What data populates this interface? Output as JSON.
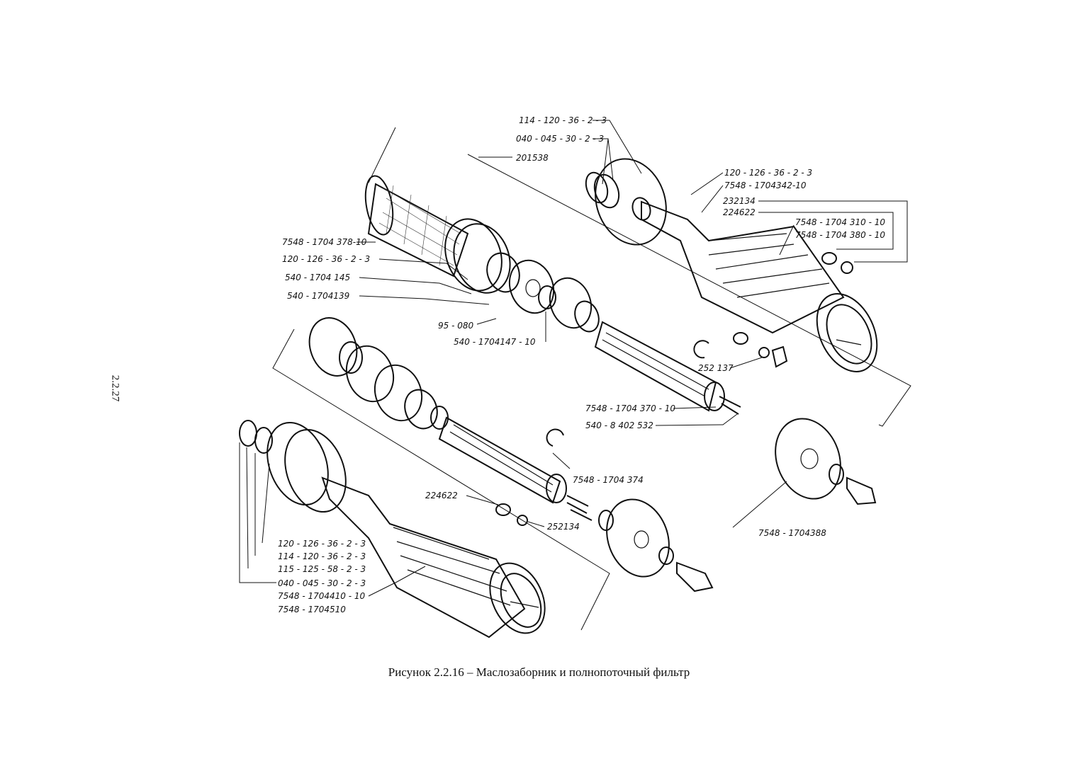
{
  "page_number": "2.2.27",
  "caption": "Рисунок 2.2.16 – Маслозаборник и полнопоточный фильтр",
  "callouts": {
    "upper_right_filter": {
      "l1": "114 - 120 - 36 - 2 - 3",
      "l2": "040 - 045 - 30 - 2 - 3",
      "l3": "201538",
      "l4": "120 - 126 - 36 - 2 - 3",
      "l5": "7548 - 1704342-10",
      "l6": "232134",
      "l7": "224622",
      "l8": "7548 - 1704 310 - 10",
      "l9": "7548 - 1704 380 - 10"
    },
    "strainer_assembly": {
      "l1": "7548 - 1704 378-10",
      "l2": "120 - 126 - 36 - 2 - 3",
      "l3": "540 - 1704 145",
      "l4": "540 - 1704139",
      "l5": "95 - 080",
      "l6": "540 - 1704147 - 10"
    },
    "center_shaft": {
      "l1": "252 137",
      "l2": "7548 - 1704 370 - 10",
      "l3": "540 - 8 402 532",
      "l4": "7548 - 1704 374"
    },
    "right_cover": {
      "l1": "7548 - 1704388"
    },
    "lower_left_filter": {
      "l1": "224622",
      "l2": "252134",
      "l3": "120 - 126 - 36 - 2 - 3",
      "l4": "114 - 120 - 36 - 2 - 3",
      "l5": "115 - 125 - 58 - 2 - 3",
      "l6": "040 - 045 - 30 - 2 - 3",
      "l7": "7548 - 1704410 - 10",
      "l8": "7548 - 1704510"
    }
  }
}
